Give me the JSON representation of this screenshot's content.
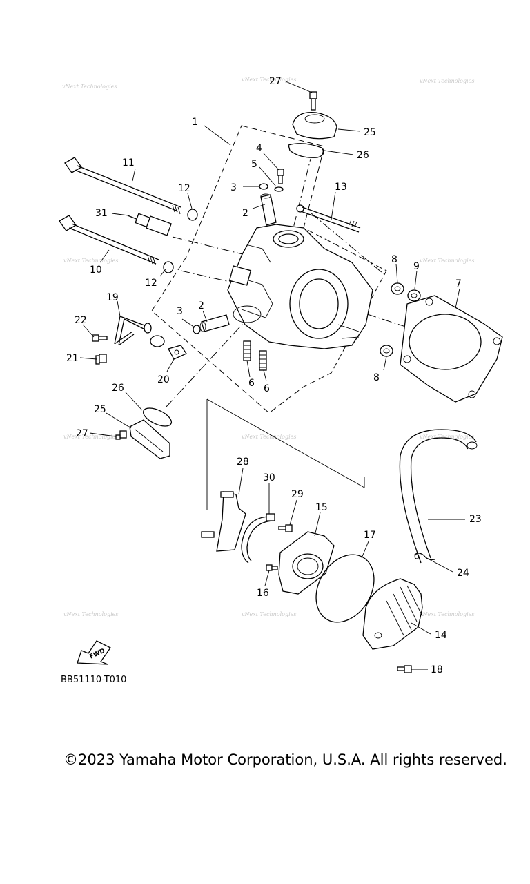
{
  "diagram": {
    "code": "BB51110-T010",
    "copyright": "©2023 Yamaha Motor Corporation, U.S.A. All rights reserved.",
    "fwd_label": "FWD",
    "watermark_text": "vNext Technologies",
    "callouts": [
      {
        "id": "c1",
        "label": "1"
      },
      {
        "id": "c2a",
        "label": "2"
      },
      {
        "id": "c2b",
        "label": "2"
      },
      {
        "id": "c3a",
        "label": "3"
      },
      {
        "id": "c3b",
        "label": "3"
      },
      {
        "id": "c4",
        "label": "4"
      },
      {
        "id": "c5",
        "label": "5"
      },
      {
        "id": "c6a",
        "label": "6"
      },
      {
        "id": "c6b",
        "label": "6"
      },
      {
        "id": "c7",
        "label": "7"
      },
      {
        "id": "c8a",
        "label": "8"
      },
      {
        "id": "c8b",
        "label": "8"
      },
      {
        "id": "c9",
        "label": "9"
      },
      {
        "id": "c10",
        "label": "10"
      },
      {
        "id": "c11",
        "label": "11"
      },
      {
        "id": "c12a",
        "label": "12"
      },
      {
        "id": "c12b",
        "label": "12"
      },
      {
        "id": "c13",
        "label": "13"
      },
      {
        "id": "c14",
        "label": "14"
      },
      {
        "id": "c15",
        "label": "15"
      },
      {
        "id": "c16",
        "label": "16"
      },
      {
        "id": "c17",
        "label": "17"
      },
      {
        "id": "c18",
        "label": "18"
      },
      {
        "id": "c19",
        "label": "19"
      },
      {
        "id": "c20",
        "label": "20"
      },
      {
        "id": "c21",
        "label": "21"
      },
      {
        "id": "c22",
        "label": "22"
      },
      {
        "id": "c23",
        "label": "23"
      },
      {
        "id": "c24",
        "label": "24"
      },
      {
        "id": "c25a",
        "label": "25"
      },
      {
        "id": "c25b",
        "label": "25"
      },
      {
        "id": "c26a",
        "label": "26"
      },
      {
        "id": "c26b",
        "label": "26"
      },
      {
        "id": "c27a",
        "label": "27"
      },
      {
        "id": "c27b",
        "label": "27"
      },
      {
        "id": "c28",
        "label": "28"
      },
      {
        "id": "c29",
        "label": "29"
      },
      {
        "id": "c30",
        "label": "30"
      },
      {
        "id": "c31",
        "label": "31"
      }
    ]
  }
}
